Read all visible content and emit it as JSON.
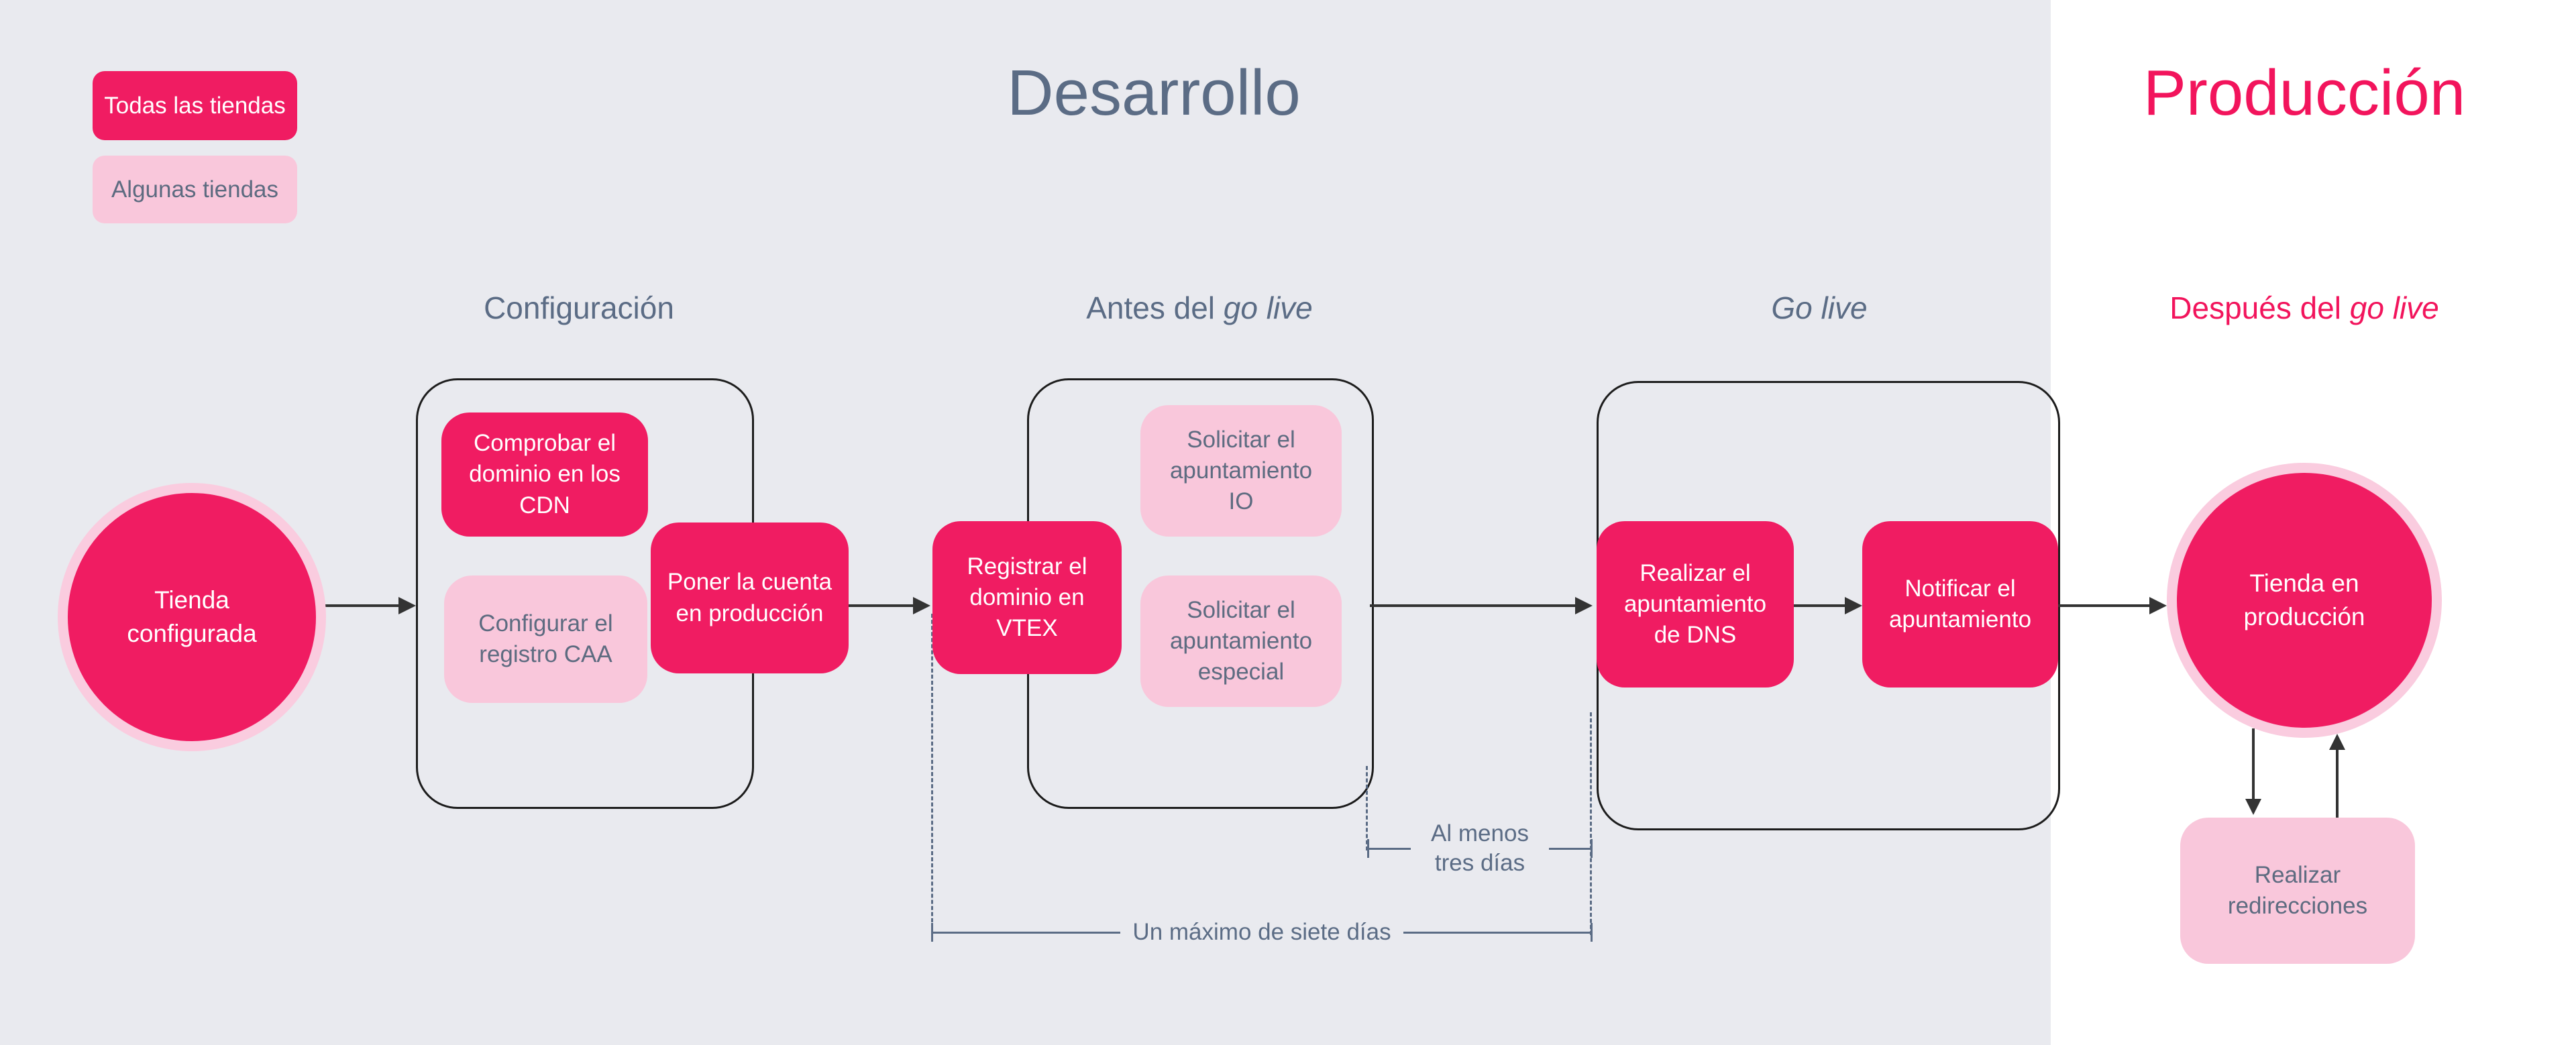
{
  "titles": {
    "development": "Desarrollo",
    "production": "Producción"
  },
  "legend": {
    "all_stores": "Todas las tiendas",
    "some_stores": "Algunas tiendas"
  },
  "phases": {
    "configuration": {
      "text": "Configuración"
    },
    "before_golive": {
      "prefix": "Antes del ",
      "italic": "go live"
    },
    "golive": {
      "italic": "Go live"
    },
    "after_golive": {
      "prefix": "Después del ",
      "italic": "go live"
    }
  },
  "nodes": {
    "store_configured": "Tienda configurada",
    "check_domain_cdn": "Comprobar el dominio en los CDN",
    "configure_caa": "Configurar el registro CAA",
    "account_production": "Poner la cuenta en producción",
    "register_domain": "Registrar el dominio en VTEX",
    "request_io_pointing": "Solicitar el apuntamiento IO",
    "request_special_pointing": "Solicitar el apuntamiento especial",
    "dns_pointing": "Realizar el apuntamiento de DNS",
    "notify_pointing": "Notificar el apuntamiento",
    "store_in_production": "Tienda en producción",
    "redirects": "Realizar redirecciones"
  },
  "durations": {
    "min_three_days": "Al menos tres días",
    "max_seven_days": "Un máximo de siete días"
  },
  "colors": {
    "strong_pink": "#F01C62",
    "light_pink": "#F9C7DB",
    "ring_pink": "#FACCDF",
    "background_gray": "#E9EAEF",
    "production_white": "#FFFFFF",
    "slate_text": "#5B6C85",
    "outline_black": "#1C1C1C"
  }
}
